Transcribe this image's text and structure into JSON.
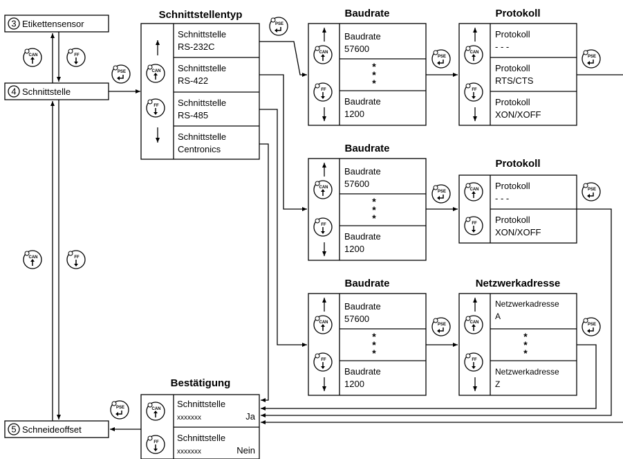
{
  "steps": {
    "s3": {
      "num": "3",
      "label": "Etikettensensor"
    },
    "s4": {
      "num": "4",
      "label": "Schnittstelle"
    },
    "s5": {
      "num": "5",
      "label": "Schneideoffset"
    }
  },
  "buttons": {
    "can": "CAN",
    "ff": "FF",
    "pse": "PSE"
  },
  "ellipsis": "*",
  "schnittstellentyp": {
    "title": "Schnittstellentyp",
    "options": [
      {
        "line1": "Schnittstelle",
        "line2": "RS-232C"
      },
      {
        "line1": "Schnittstelle",
        "line2": "RS-422"
      },
      {
        "line1": "Schnittstelle",
        "line2": "RS-485"
      },
      {
        "line1": "Schnittstelle",
        "line2": "Centronics"
      }
    ]
  },
  "baudrate_1": {
    "title": "Baudrate",
    "top": {
      "line1": "Baudrate",
      "line2": "57600"
    },
    "bottom": {
      "line1": "Baudrate",
      "line2": "1200"
    }
  },
  "protokoll_1": {
    "title": "Protokoll",
    "options": [
      {
        "line1": "Protokoll",
        "line2": "- - -"
      },
      {
        "line1": "Protokoll",
        "line2": "RTS/CTS"
      },
      {
        "line1": "Protokoll",
        "line2": "XON/XOFF"
      }
    ]
  },
  "baudrate_2": {
    "title": "Baudrate",
    "top": {
      "line1": "Baudrate",
      "line2": "57600"
    },
    "bottom": {
      "line1": "Baudrate",
      "line2": "1200"
    }
  },
  "protokoll_2": {
    "title": "Protokoll",
    "options": [
      {
        "line1": "Protokoll",
        "line2": "- - -"
      },
      {
        "line1": "Protokoll",
        "line2": "XON/XOFF"
      }
    ]
  },
  "baudrate_3": {
    "title": "Baudrate",
    "top": {
      "line1": "Baudrate",
      "line2": "57600"
    },
    "bottom": {
      "line1": "Baudrate",
      "line2": "1200"
    }
  },
  "netzwerkadresse": {
    "title": "Netzwerkadresse",
    "top": {
      "line1": "Netzwerkadresse",
      "line2": "A"
    },
    "bottom": {
      "line1": "Netzwerkadresse",
      "line2": "Z"
    }
  },
  "bestaetigung": {
    "title": "Bestätigung",
    "options": [
      {
        "line1": "Schnittstelle",
        "line2": "xxxxxxx",
        "answer": "Ja"
      },
      {
        "line1": "Schnittstelle",
        "line2": "xxxxxxx",
        "answer": "Nein"
      }
    ]
  }
}
